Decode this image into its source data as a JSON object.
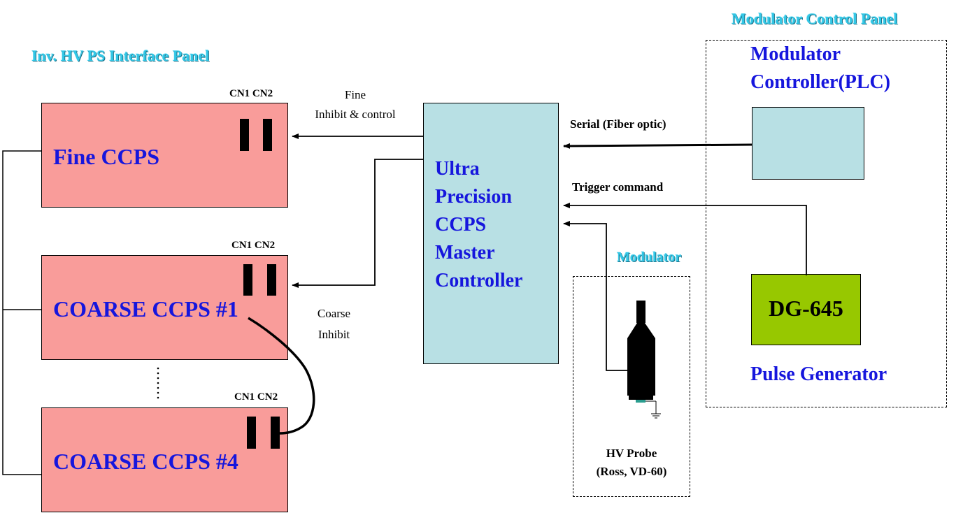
{
  "titles": {
    "modulator_control_panel": "Modulator Control Panel",
    "interface_panel": "Inv. HV PS Interface Panel",
    "modulator": "Modulator"
  },
  "boxes": {
    "fine": "Fine CCPS",
    "coarse1": "COARSE CCPS #1",
    "coarse4": "COARSE CCPS #4",
    "master": [
      "Ultra",
      "Precision",
      "CCPS",
      "Master",
      "Controller"
    ],
    "plc_label": [
      "Modulator",
      "Controller(PLC)"
    ],
    "dg": "DG-645",
    "pulse_gen": "Pulse Generator"
  },
  "connectors": {
    "fine": "CN1 CN2",
    "coarse1": "CN1 CN2",
    "coarse4": "CN1 CN2"
  },
  "signals": {
    "fine_line1": "Fine",
    "fine_line2": "Inhibit & control",
    "coarse_line1": "Coarse",
    "coarse_line2": "Inhibit",
    "serial": "Serial (Fiber optic)",
    "trigger": "Trigger command"
  },
  "probe": {
    "line1": "HV Probe",
    "line2": "(Ross, VD-60)"
  },
  "colors": {
    "ccps": "#f99c9a",
    "master": "#b8e0e4",
    "dg": "#97c800",
    "title": "#33c7e6",
    "label_blue": "#1616dd"
  }
}
